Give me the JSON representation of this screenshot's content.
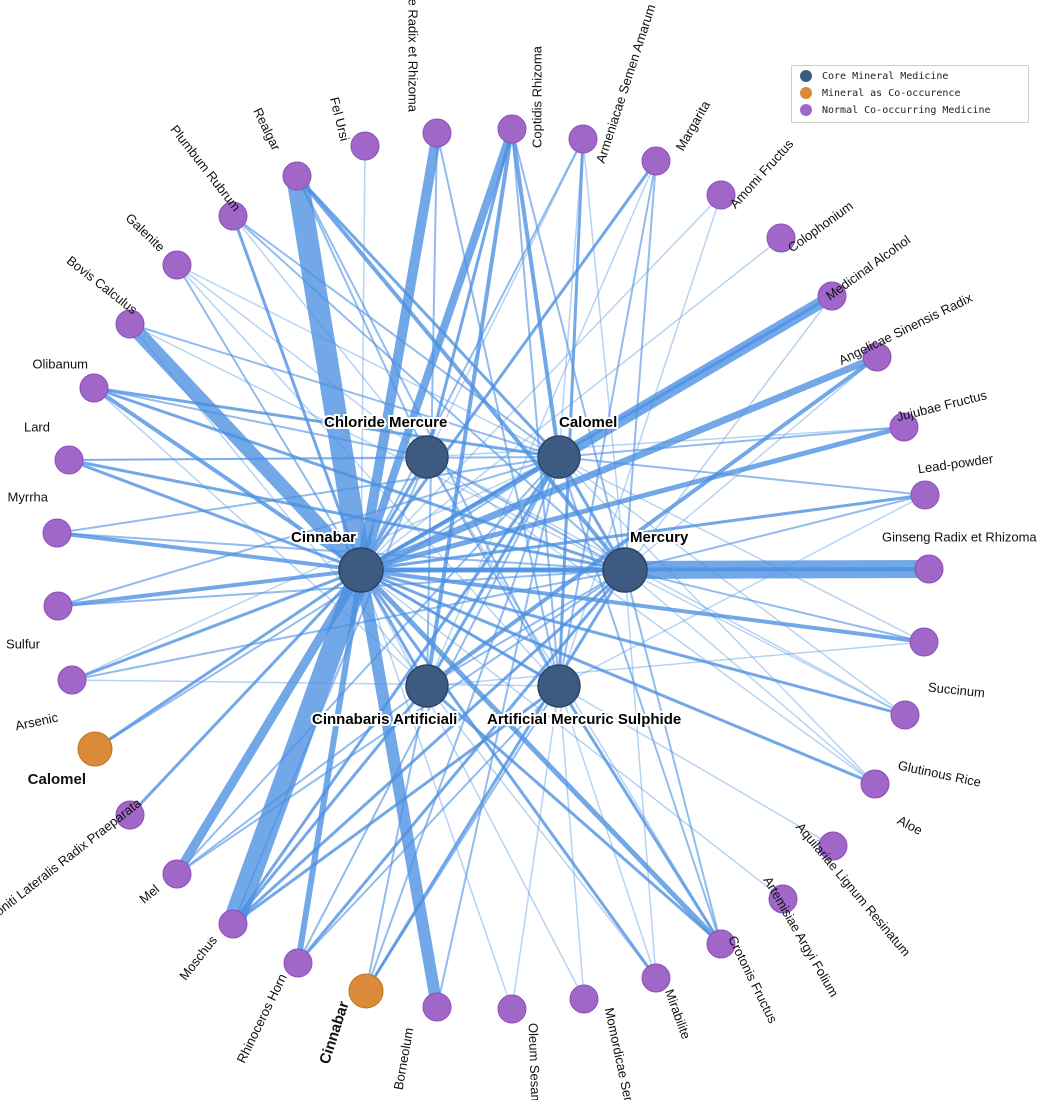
{
  "colors": {
    "core": "#3d5a80",
    "core_stroke": "#2c4466",
    "mineral": "#d98b3a",
    "mineral_stroke": "#c07420",
    "normal": "#a066c8",
    "normal_stroke": "#8a50b8",
    "edge": "#4a90e2"
  },
  "legend": [
    {
      "label": "Core Mineral Medicine",
      "type": "core"
    },
    {
      "label": "Mineral as Co-occurence",
      "type": "mineral"
    },
    {
      "label": "Normal Co-occurring Medicine",
      "type": "normal"
    }
  ],
  "core_nodes": [
    {
      "id": "cinnabar",
      "label": "Cinnabar"
    },
    {
      "id": "mercury",
      "label": "Mercury"
    },
    {
      "id": "chloride-mercure",
      "label": "Chloride Mercure"
    },
    {
      "id": "calomel",
      "label": "Calomel"
    },
    {
      "id": "cinnabaris-artificiali",
      "label": "Cinnabaris Artificiali"
    },
    {
      "id": "artificial-mercuric-sulphide",
      "label": "Artificial Mercuric Sulphide"
    }
  ],
  "ring_nodes": [
    {
      "id": "glycyrrhizae",
      "label": "Glycyrrhizae Radix et Rhizoma",
      "type": "normal"
    },
    {
      "id": "coptidis",
      "label": "Coptidis Rhizoma",
      "type": "normal"
    },
    {
      "id": "armeniacae",
      "label": "Armeniacae Semen Amarum",
      "type": "normal"
    },
    {
      "id": "margarita",
      "label": "Margarita",
      "type": "normal"
    },
    {
      "id": "amomi",
      "label": "Amomi Fructus",
      "type": "normal"
    },
    {
      "id": "colophonium",
      "label": "Colophonium",
      "type": "normal"
    },
    {
      "id": "medicinal-alcohol",
      "label": "Medicinal Alcohol",
      "type": "normal"
    },
    {
      "id": "angelicae",
      "label": "Angelicae Sinensis Radix",
      "type": "normal"
    },
    {
      "id": "jujubae",
      "label": "Jujubae Fructus",
      "type": "normal"
    },
    {
      "id": "lead-powder",
      "label": "Lead-powder",
      "type": "normal"
    },
    {
      "id": "ginseng",
      "label": "Ginseng Radix et Rhizoma",
      "type": "normal"
    },
    {
      "id": "succinum",
      "label": "Succinum",
      "type": "normal"
    },
    {
      "id": "glutinous-rice",
      "label": "Glutinous Rice",
      "type": "normal"
    },
    {
      "id": "aloe",
      "label": "Aloe",
      "type": "normal"
    },
    {
      "id": "aquilariae",
      "label": "Aquilariae Lignum Resinatum",
      "type": "normal"
    },
    {
      "id": "artemisiae",
      "label": "Artemisiae Argyi Folium",
      "type": "normal"
    },
    {
      "id": "crotonis",
      "label": "Crotonis Fructus",
      "type": "normal"
    },
    {
      "id": "mirabilite",
      "label": "Mirabilite",
      "type": "normal"
    },
    {
      "id": "momordicae",
      "label": "Momordicae Semen",
      "type": "normal"
    },
    {
      "id": "oleum-sesami",
      "label": "Oleum Sesami",
      "type": "normal"
    },
    {
      "id": "borneolum",
      "label": "Borneolum",
      "type": "normal"
    },
    {
      "id": "cinnabar-mineral",
      "label": "Cinnabar",
      "type": "mineral"
    },
    {
      "id": "rhinoceros",
      "label": "Rhinoceros Horn",
      "type": "normal"
    },
    {
      "id": "moschus",
      "label": "Moschus",
      "type": "normal"
    },
    {
      "id": "mel",
      "label": "Mel",
      "type": "normal"
    },
    {
      "id": "aconiti",
      "label": "Aconiti Lateralis Radix Praeparata",
      "type": "normal"
    },
    {
      "id": "calomel-mineral",
      "label": "Calomel",
      "type": "mineral"
    },
    {
      "id": "arsenic",
      "label": "Arsenic",
      "type": "normal"
    },
    {
      "id": "sulfur",
      "label": "Sulfur",
      "type": "normal"
    },
    {
      "id": "myrrha",
      "label": "Myrrha",
      "type": "normal"
    },
    {
      "id": "lard",
      "label": "Lard",
      "type": "normal"
    },
    {
      "id": "olibanum",
      "label": "Olibanum",
      "type": "normal"
    },
    {
      "id": "bovis",
      "label": "Bovis Calculus",
      "type": "normal"
    },
    {
      "id": "galenite",
      "label": "Galenite",
      "type": "normal"
    },
    {
      "id": "plumbum",
      "label": "Plumbum Rubrum",
      "type": "normal"
    },
    {
      "id": "realgar",
      "label": "Realgar",
      "type": "normal"
    },
    {
      "id": "fel-ursi",
      "label": "Fel Ursi",
      "type": "normal"
    }
  ],
  "edges": [
    [
      "cinnabar",
      "realgar",
      22
    ],
    [
      "cinnabar",
      "moschus",
      22
    ],
    [
      "cinnabar",
      "bovis",
      14
    ],
    [
      "cinnabar",
      "borneolum",
      12
    ],
    [
      "cinnabar",
      "glycyrrhizae",
      10
    ],
    [
      "cinnabar",
      "mel",
      9
    ],
    [
      "cinnabar",
      "rhinoceros",
      6
    ],
    [
      "cinnabar",
      "coptidis",
      8
    ],
    [
      "cinnabar",
      "plumbum",
      3
    ],
    [
      "cinnabar",
      "olibanum",
      4
    ],
    [
      "cinnabar",
      "lard",
      3
    ],
    [
      "cinnabar",
      "myrrha",
      4
    ],
    [
      "cinnabar",
      "sulfur",
      4
    ],
    [
      "cinnabar",
      "arsenic",
      3
    ],
    [
      "cinnabar",
      "calomel-mineral",
      3
    ],
    [
      "cinnabar",
      "aconiti",
      3
    ],
    [
      "cinnabar",
      "angelicae",
      7
    ],
    [
      "cinnabar",
      "jujubae",
      5
    ],
    [
      "cinnabar",
      "lead-powder",
      3
    ],
    [
      "cinnabar",
      "ginseng",
      4
    ],
    [
      "cinnabar",
      "succinum",
      4
    ],
    [
      "cinnabar",
      "glutinous-rice",
      3
    ],
    [
      "cinnabar",
      "aloe",
      3
    ],
    [
      "cinnabar",
      "crotonis",
      5
    ],
    [
      "cinnabar",
      "mirabilite",
      3
    ],
    [
      "cinnabar",
      "momordicae",
      1.5
    ],
    [
      "cinnabar",
      "margarita",
      3
    ],
    [
      "cinnabar",
      "armeniacae",
      2
    ],
    [
      "cinnabar",
      "galenite",
      2
    ],
    [
      "cinnabar",
      "fel-ursi",
      1.5
    ],
    [
      "cinnabar",
      "oleum-sesami",
      1.5
    ],
    [
      "cinnabar",
      "medicinal-alcohol",
      3
    ],
    [
      "cinnabar",
      "amomi",
      1.5
    ],
    [
      "cinnabar",
      "artemisiae",
      1.5
    ],
    [
      "cinnabar",
      "aquilariae",
      1.5
    ],
    [
      "cinnabar",
      "colophonium",
      1.5
    ],
    [
      "mercury",
      "ginseng",
      18
    ],
    [
      "mercury",
      "realgar",
      4
    ],
    [
      "mercury",
      "lard",
      3
    ],
    [
      "mercury",
      "olibanum",
      3
    ],
    [
      "mercury",
      "myrrha",
      2
    ],
    [
      "mercury",
      "sulfur",
      2
    ],
    [
      "mercury",
      "moschus",
      3
    ],
    [
      "mercury",
      "mel",
      2
    ],
    [
      "mercury",
      "rhinoceros",
      3
    ],
    [
      "mercury",
      "cinnabar-mineral",
      3
    ],
    [
      "mercury",
      "margarita",
      2
    ],
    [
      "mercury",
      "coptidis",
      2
    ],
    [
      "mercury",
      "crotonis",
      2
    ],
    [
      "mercury",
      "succinum",
      2
    ],
    [
      "mercury",
      "glutinous-rice",
      1.5
    ],
    [
      "mercury",
      "aloe",
      1.5
    ],
    [
      "mercury",
      "arsenic",
      2
    ],
    [
      "mercury",
      "plumbum",
      2
    ],
    [
      "mercury",
      "armeniacae",
      1.5
    ],
    [
      "mercury",
      "medicinal-alcohol",
      1.5
    ],
    [
      "mercury",
      "bovis",
      1.5
    ],
    [
      "mercury",
      "mirabilite",
      1.5
    ],
    [
      "mercury",
      "lead-powder",
      2
    ],
    [
      "mercury",
      "angelicae",
      1.5
    ],
    [
      "calomel",
      "medicinal-alcohol",
      12
    ],
    [
      "calomel",
      "coptidis",
      4
    ],
    [
      "calomel",
      "moschus",
      3
    ],
    [
      "calomel",
      "mel",
      2
    ],
    [
      "calomel",
      "realgar",
      3
    ],
    [
      "calomel",
      "plumbum",
      2
    ],
    [
      "calomel",
      "olibanum",
      3
    ],
    [
      "calomel",
      "lard",
      2
    ],
    [
      "calomel",
      "myrrha",
      2
    ],
    [
      "calomel",
      "sulfur",
      2
    ],
    [
      "calomel",
      "arsenic",
      1.5
    ],
    [
      "calomel",
      "calomel-mineral",
      2
    ],
    [
      "calomel",
      "rhinoceros",
      2
    ],
    [
      "calomel",
      "cinnabar-mineral",
      2
    ],
    [
      "calomel",
      "borneolum",
      2
    ],
    [
      "calomel",
      "crotonis",
      2
    ],
    [
      "calomel",
      "aloe",
      1.5
    ],
    [
      "calomel",
      "jujubae",
      2
    ],
    [
      "calomel",
      "lead-powder",
      2
    ],
    [
      "calomel",
      "glutinous-rice",
      1.5
    ],
    [
      "calomel",
      "galenite",
      1.5
    ],
    [
      "calomel",
      "bovis",
      2
    ],
    [
      "calomel",
      "succinum",
      1.5
    ],
    [
      "calomel",
      "armeniacae",
      1.5
    ],
    [
      "chloride-mercure",
      "coptidis",
      3
    ],
    [
      "chloride-mercure",
      "realgar",
      2
    ],
    [
      "chloride-mercure",
      "olibanum",
      2
    ],
    [
      "chloride-mercure",
      "lard",
      1.5
    ],
    [
      "chloride-mercure",
      "moschus",
      2
    ],
    [
      "chloride-mercure",
      "jujubae",
      1.5
    ],
    [
      "chloride-mercure",
      "glutinous-rice",
      1.5
    ],
    [
      "chloride-mercure",
      "aloe",
      1.5
    ],
    [
      "chloride-mercure",
      "galenite",
      1.5
    ],
    [
      "chloride-mercure",
      "plumbum",
      1.5
    ],
    [
      "chloride-mercure",
      "crotonis",
      1.5
    ],
    [
      "chloride-mercure",
      "armeniacae",
      1.5
    ],
    [
      "cinnabaris-artificiali",
      "coptidis",
      4
    ],
    [
      "cinnabaris-artificiali",
      "angelicae",
      4
    ],
    [
      "cinnabaris-artificiali",
      "moschus",
      3
    ],
    [
      "cinnabaris-artificiali",
      "mel",
      2
    ],
    [
      "cinnabaris-artificiali",
      "crotonis",
      3
    ],
    [
      "cinnabaris-artificiali",
      "cinnabar-mineral",
      2
    ],
    [
      "cinnabaris-artificiali",
      "glycyrrhizae",
      2
    ],
    [
      "cinnabaris-artificiali",
      "bovis",
      1.5
    ],
    [
      "cinnabaris-artificiali",
      "olibanum",
      1.5
    ],
    [
      "cinnabaris-artificiali",
      "margarita",
      1.5
    ],
    [
      "cinnabaris-artificiali",
      "mirabilite",
      1.5
    ],
    [
      "cinnabaris-artificiali",
      "succinum",
      1.5
    ],
    [
      "artificial-mercuric-sulphide",
      "armeniacae",
      3
    ],
    [
      "artificial-mercuric-sulphide",
      "margarita",
      2
    ],
    [
      "artificial-mercuric-sulphide",
      "coptidis",
      2
    ],
    [
      "artificial-mercuric-sulphide",
      "moschus",
      3
    ],
    [
      "artificial-mercuric-sulphide",
      "crotonis",
      3
    ],
    [
      "artificial-mercuric-sulphide",
      "cinnabar-mineral",
      2
    ],
    [
      "artificial-mercuric-sulphide",
      "rhinoceros",
      2
    ],
    [
      "artificial-mercuric-sulphide",
      "realgar",
      2
    ],
    [
      "artificial-mercuric-sulphide",
      "glycyrrhizae",
      2
    ],
    [
      "artificial-mercuric-sulphide",
      "lead-powder",
      1.5
    ],
    [
      "artificial-mercuric-sulphide",
      "oleum-sesami",
      1.5
    ],
    [
      "artificial-mercuric-sulphide",
      "amomi",
      1.5
    ],
    [
      "artificial-mercuric-sulphide",
      "mirabilite",
      1.5
    ],
    [
      "artificial-mercuric-sulphide",
      "momordicae",
      1.5
    ],
    [
      "artificial-mercuric-sulphide",
      "arsenic",
      1.5
    ],
    [
      "artificial-mercuric-sulphide",
      "galenite",
      1.5
    ],
    [
      "cinnabar",
      "mercury",
      5
    ],
    [
      "cinnabar",
      "calomel",
      4
    ],
    [
      "cinnabar",
      "chloride-mercure",
      3
    ],
    [
      "cinnabar",
      "cinnabaris-artificiali",
      3
    ],
    [
      "cinnabar",
      "artificial-mercuric-sulphide",
      3
    ],
    [
      "calomel",
      "mercury",
      3
    ],
    [
      "calomel",
      "cinnabaris-artificiali",
      3
    ],
    [
      "chloride-mercure",
      "artificial-mercuric-sulphide",
      2
    ],
    [
      "chloride-mercure",
      "mercury",
      2
    ],
    [
      "cinnabaris-artificiali",
      "mercury",
      2
    ]
  ]
}
